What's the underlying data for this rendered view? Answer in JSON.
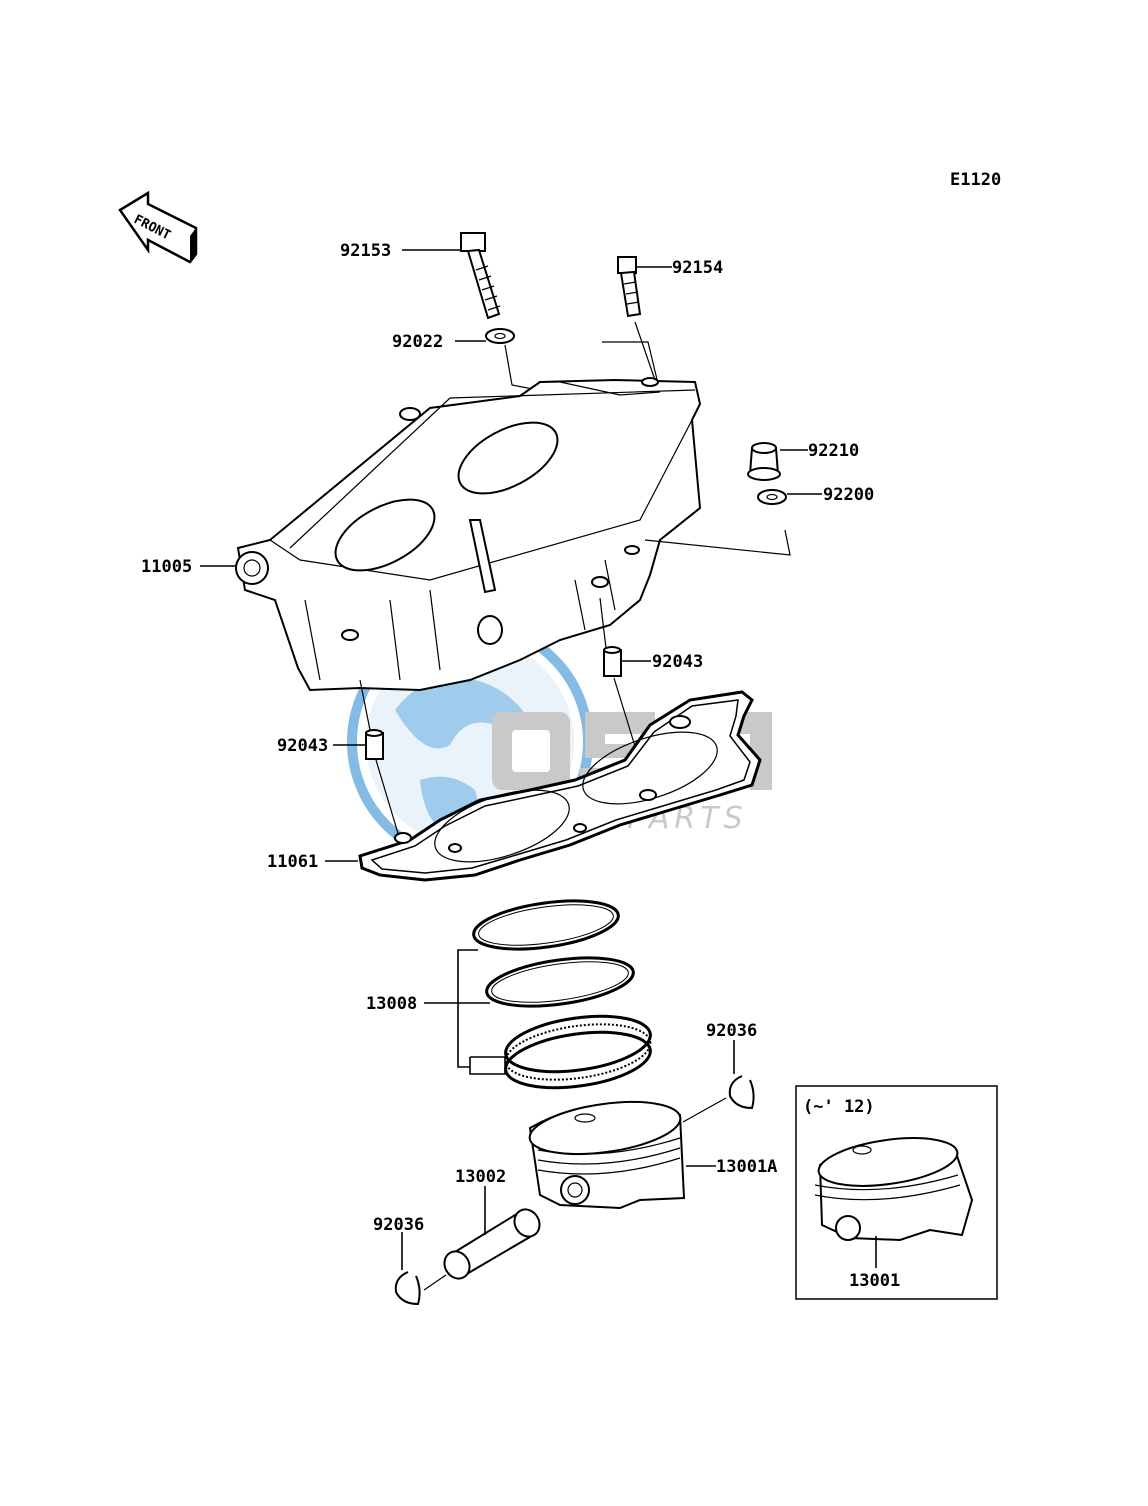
{
  "diagram": {
    "code": "E1120",
    "front_label": "FRONT",
    "inset_label": "(~' 12)",
    "watermark": {
      "brand": "osm",
      "tagline": "MOTORPARTS",
      "colors": {
        "blue": "#5aa5dd",
        "grey": "#b8b8b8",
        "light_blue": "#cfe4f4"
      }
    }
  },
  "callouts": {
    "c92153": "92153",
    "c92154": "92154",
    "c92022": "92022",
    "c92210": "92210",
    "c92200": "92200",
    "c11005": "11005",
    "c92043a": "92043",
    "c92043b": "92043",
    "c11061": "11061",
    "c13008": "13008",
    "c92036a": "92036",
    "c13001A": "13001A",
    "c13002": "13002",
    "c92036b": "92036",
    "c13001": "13001"
  }
}
